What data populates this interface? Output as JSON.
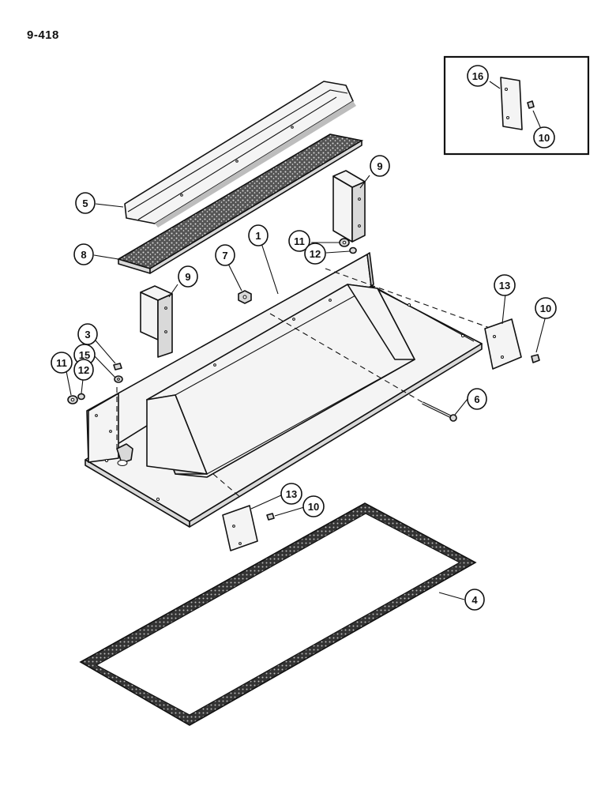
{
  "page_number": "9-418",
  "callouts": {
    "c1": "1",
    "c3": "3",
    "c4": "4",
    "c5": "5",
    "c6": "6",
    "c7": "7",
    "c8": "8",
    "c9a": "9",
    "c9b": "9",
    "c10a": "10",
    "c10b": "10",
    "c10c": "10",
    "c11a": "11",
    "c11b": "11",
    "c12a": "12",
    "c12b": "12",
    "c13a": "13",
    "c13b": "13",
    "c15": "15",
    "c16": "16"
  }
}
